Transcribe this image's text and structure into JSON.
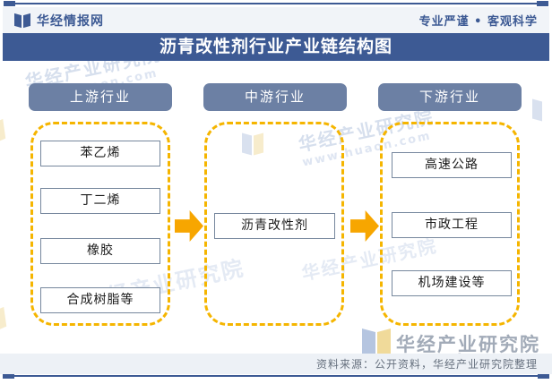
{
  "header": {
    "brand": "华经情报网",
    "tagline": "专业严谨 • 客观科学"
  },
  "title": "沥青改性剂行业产业链结构图",
  "diagram": {
    "upstream": {
      "label": "上游行业",
      "items": [
        "苯乙烯",
        "丁二烯",
        "橡胶",
        "合成树脂等"
      ]
    },
    "midstream": {
      "label": "中游行业",
      "items": [
        "沥青改性剂"
      ]
    },
    "downstream": {
      "label": "下游行业",
      "items": [
        "高速公路",
        "市政工程",
        "机场建设等"
      ]
    }
  },
  "watermark": {
    "name": "华经产业研究院",
    "url": "www.huaon.com"
  },
  "footer": {
    "source": "资料来源：公开资料，华经产业研究院整理"
  },
  "colors": {
    "navy": "#3D5A94",
    "pill": "#6C80A4",
    "gold": "#F5B500",
    "arrow": "#F7A600",
    "boxBorder": "#76879D",
    "headerBg": "#F1F4F8",
    "sourceBg": "#EDF1F6",
    "sourceText": "#66707E",
    "wmBlue": "#B5C5E0",
    "wmYellow": "#F0DA9A",
    "wmGray": "#A2ABB8"
  }
}
